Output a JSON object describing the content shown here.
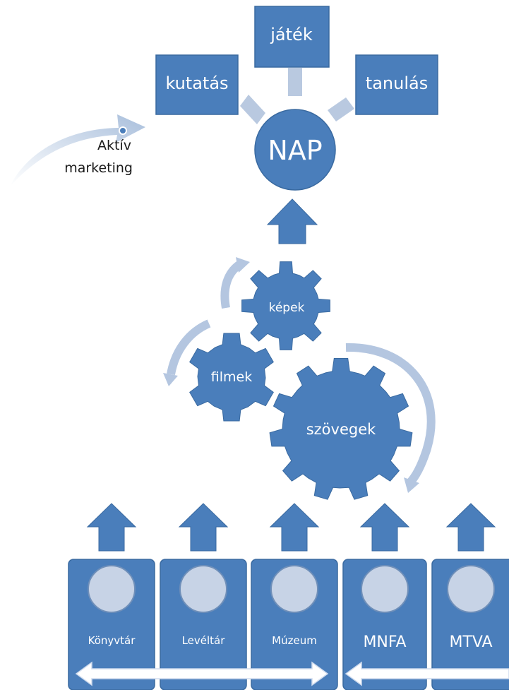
{
  "colors": {
    "box": "#4a7ebb",
    "box_edge": "#3a6aa0",
    "connector": "#b9c9e0",
    "cycle_arrow": "#b4c6e0",
    "circle_fill": "#c7d3e6",
    "white": "#ffffff"
  },
  "top": {
    "center": "NAP",
    "research": "kutatás",
    "game": "játék",
    "learning": "tanulás"
  },
  "marketing": {
    "line1": "Aktív",
    "line2": "marketing"
  },
  "gears": {
    "images": "képek",
    "films": "filmek",
    "texts": "szövegek"
  },
  "sources": [
    {
      "label": "Könyvtár"
    },
    {
      "label": "Levéltár"
    },
    {
      "label": "Múzeum"
    },
    {
      "label": "MNFA"
    },
    {
      "label": "MTVA"
    }
  ],
  "icons": {
    "up_arrow": "up-arrow-icon",
    "double_arrow": "double-headed-arrow-icon",
    "curved_arrow": "curved-arrow-icon",
    "gear": "gear-icon"
  }
}
